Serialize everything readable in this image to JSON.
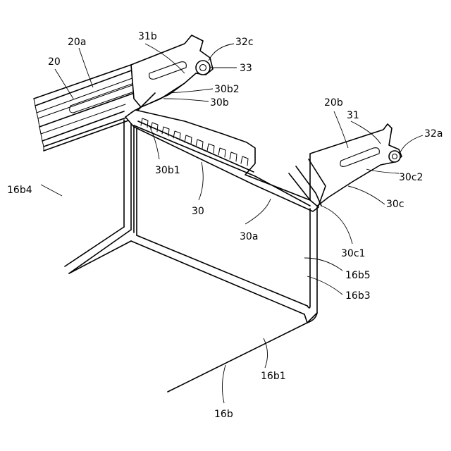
{
  "labels": {
    "l20a": "20a",
    "l20": "20",
    "l31b": "31b",
    "l32c": "32c",
    "l33": "33",
    "l30b2": "30b2",
    "l30b": "30b",
    "l20b": "20b",
    "l31": "31",
    "l32a": "32a",
    "l30c2": "30c2",
    "l30c": "30c",
    "l30b1": "30b1",
    "l16b4": "16b4",
    "l30": "30",
    "l30a": "30a",
    "l30c1": "30c1",
    "l16b5": "16b5",
    "l16b3": "16b3",
    "l16b1": "16b1",
    "l16b": "16b"
  }
}
